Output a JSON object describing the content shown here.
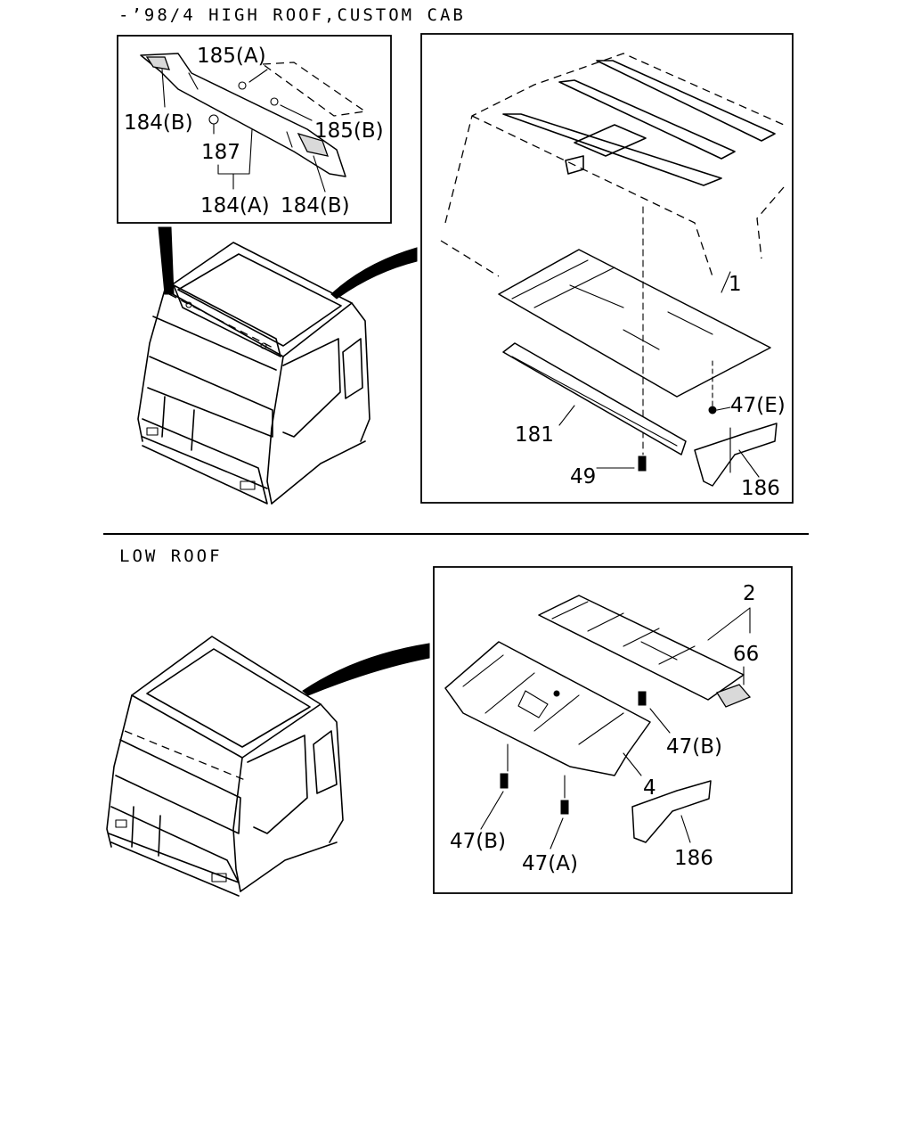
{
  "headings": {
    "top": "-’98/4 HIGH ROOF,CUSTOM CAB",
    "bottom": "LOW ROOF"
  },
  "callouts": {
    "p185a": "185(A)",
    "p184b_left": "184(B)",
    "p185b": "185(B)",
    "p187": "187",
    "p184a": "184(A)",
    "p184b_right": "184(B)",
    "p1": "1",
    "p47e": "47(E)",
    "p181": "181",
    "p49": "49",
    "p186_top": "186",
    "p2": "2",
    "p66": "66",
    "p47b_right": "47(B)",
    "p4": "4",
    "p47b_left": "47(B)",
    "p47a": "47(A)",
    "p186_bottom": "186"
  }
}
